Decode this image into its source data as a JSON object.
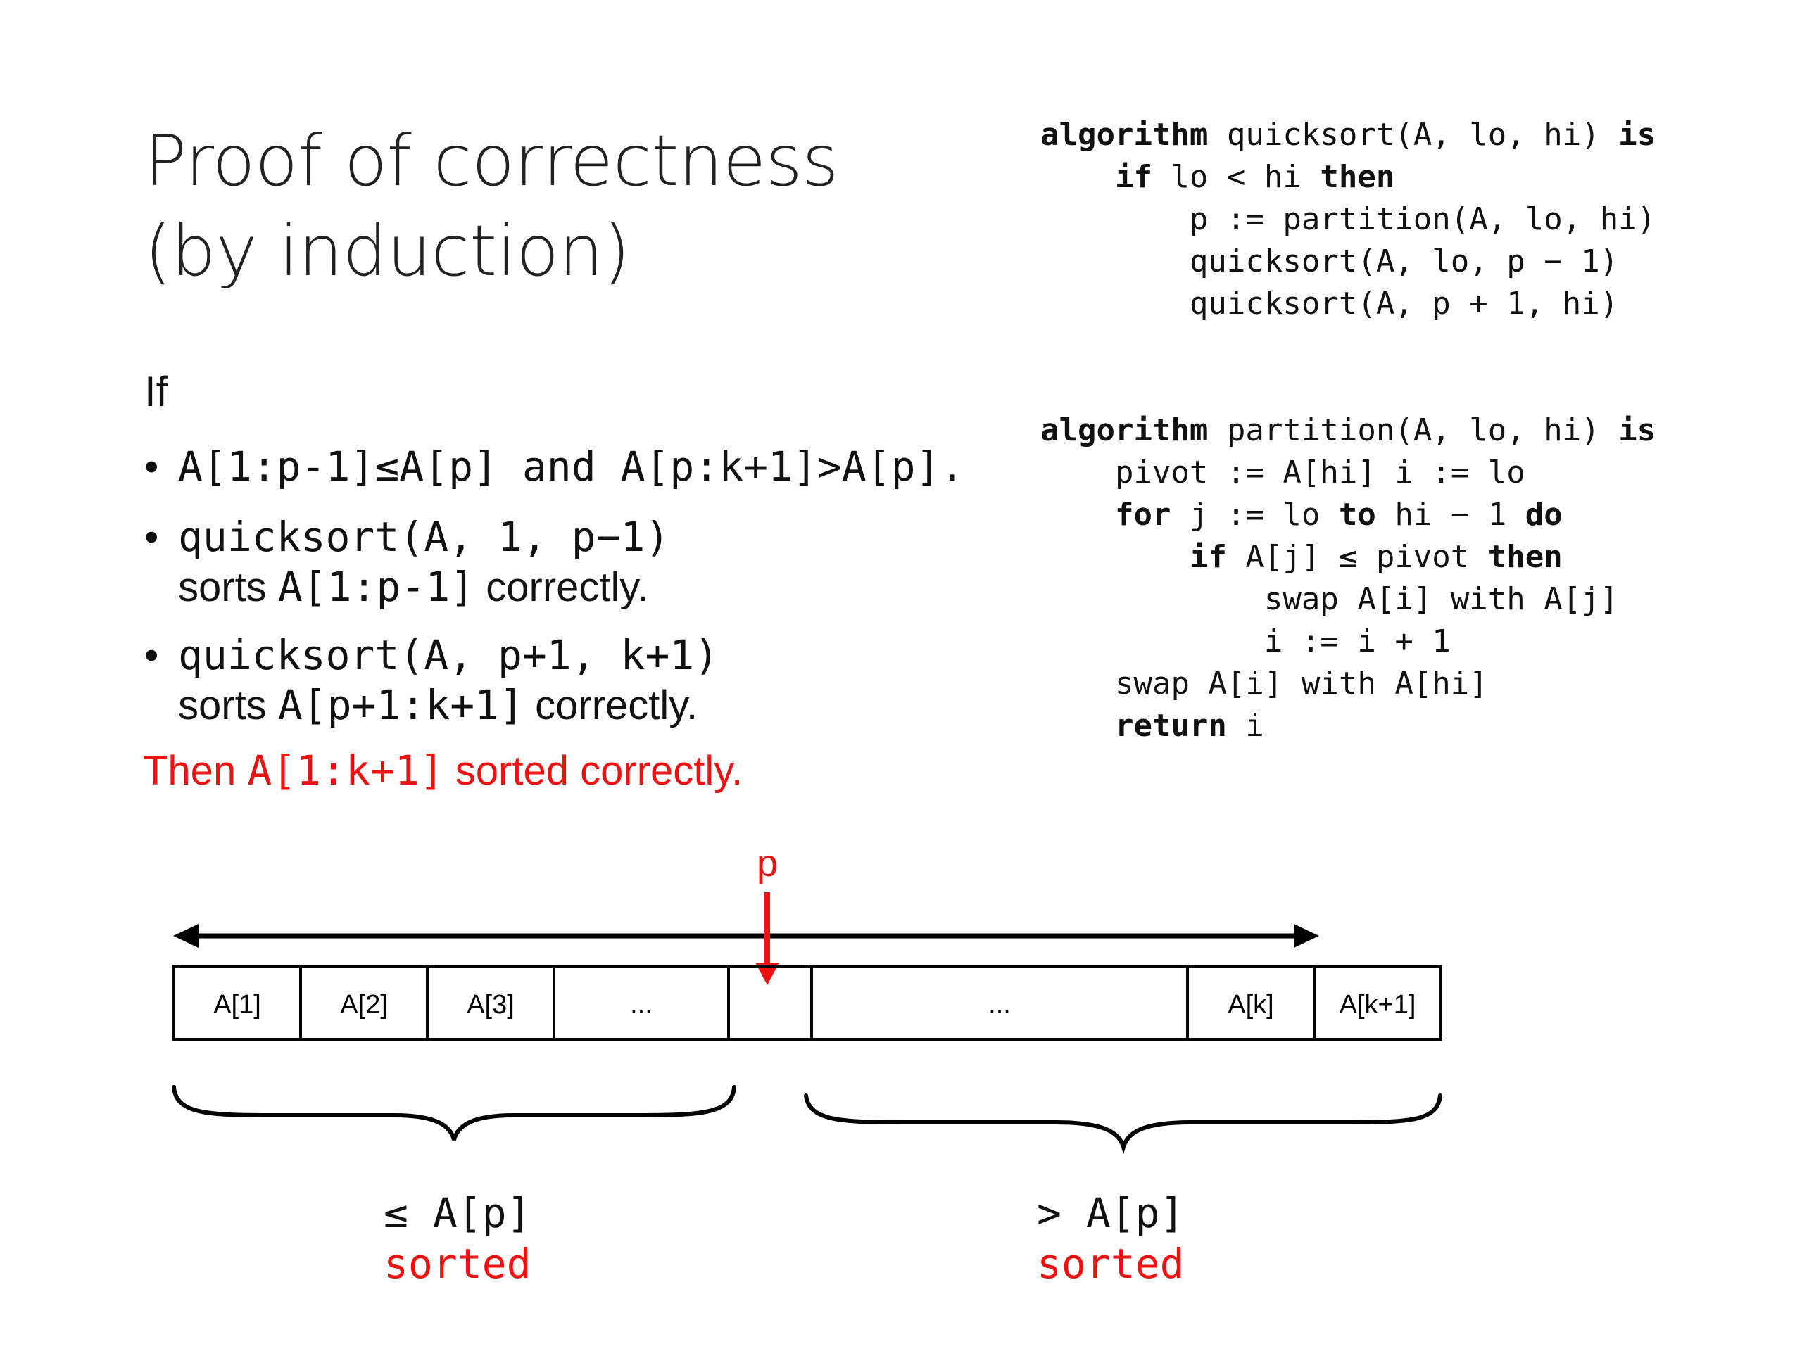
{
  "title": {
    "line1": "Proof of correctness",
    "line2": "(by induction)"
  },
  "if_label": "If",
  "bullets": [
    {
      "line1": "A[1:p-1]≤A[p] and A[p:k+1]>A[p]."
    },
    {
      "line1": "quicksort(A, 1, p−1)",
      "line2_a": "sorts ",
      "line2_b": "A[1:p-1]",
      "line2_c": " correctly."
    },
    {
      "line1": "quicksort(A, p+1, k+1)",
      "line2_a": "sorts ",
      "line2_b": "A[p+1:k+1]",
      "line2_c": " correctly."
    }
  ],
  "conclusion": {
    "a": "Then ",
    "b": "A[1:k+1]",
    "c": " sorted correctly."
  },
  "quicksort_code": [
    [
      "",
      "algorithm",
      " quicksort(A, lo, hi) ",
      "is"
    ],
    [
      "    ",
      "if",
      " lo < hi ",
      "then"
    ],
    [
      "        ",
      "",
      "p := partition(A, lo, hi)",
      ""
    ],
    [
      "        ",
      "",
      "quicksort(A, lo, p − 1)",
      ""
    ],
    [
      "        ",
      "",
      "quicksort(A, p + 1, hi)",
      ""
    ]
  ],
  "partition_code": [
    [
      "",
      "algorithm",
      " partition(A, lo, hi) ",
      "is"
    ],
    [
      "    ",
      "",
      "pivot := A[hi] i := lo",
      ""
    ],
    [
      "    ",
      "for",
      " j := lo ",
      "to",
      " hi − 1 ",
      "do"
    ],
    [
      "        ",
      "if",
      " A[j] ≤ pivot ",
      "then"
    ],
    [
      "            ",
      "",
      "swap A[i] with A[j]",
      ""
    ],
    [
      "            ",
      "",
      "i := i + 1",
      ""
    ],
    [
      "    ",
      "",
      "swap A[i] with A[hi]",
      ""
    ],
    [
      "    ",
      "return",
      " i",
      ""
    ]
  ],
  "diagram": {
    "pivot_label": "p",
    "cells": [
      "A[1]",
      "A[2]",
      "A[3]",
      "...",
      "",
      "...",
      "A[k]",
      "A[k+1]"
    ],
    "left_group": {
      "relation": "≤ A[p]",
      "status": "sorted"
    },
    "right_group": {
      "relation": "> A[p]",
      "status": "sorted"
    },
    "accent_color": "#ee1111"
  }
}
